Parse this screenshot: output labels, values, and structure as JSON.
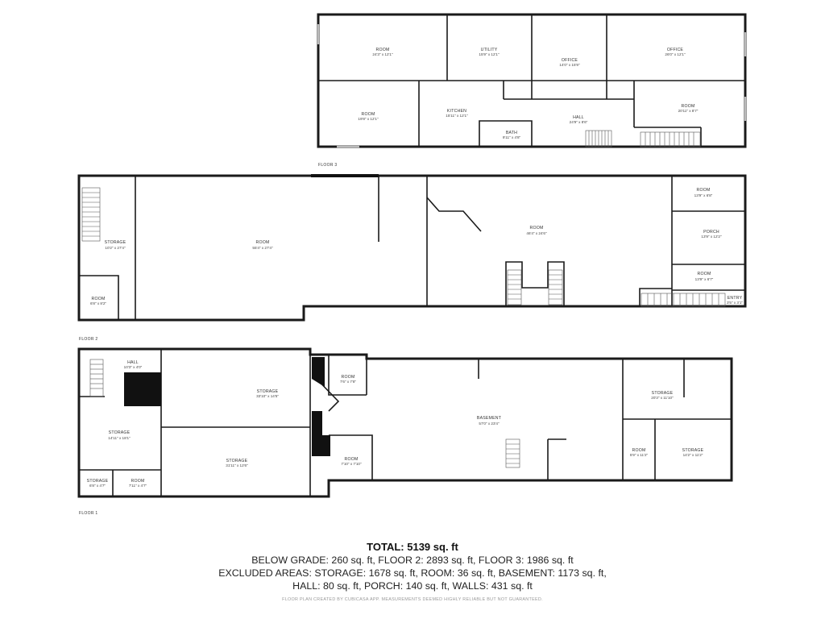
{
  "floors": {
    "floor3": {
      "label": "FLOOR 3",
      "rooms": [
        {
          "name": "ROOM",
          "dims": "24'3\" x 12'1\""
        },
        {
          "name": "UTILITY",
          "dims": "15'9\" x 12'1\""
        },
        {
          "name": "OFFICE",
          "dims": "14'0\" x 15'9\""
        },
        {
          "name": "OFFICE",
          "dims": "26'0\" x 12'1\""
        },
        {
          "name": "ROOM",
          "dims": "19'8\" x 12'1\""
        },
        {
          "name": "KITCHEN",
          "dims": "15'11\" x 12'1\""
        },
        {
          "name": "BATH",
          "dims": "9'11\" x 4'8\""
        },
        {
          "name": "HALL",
          "dims": "24'9\" x 8'6\""
        },
        {
          "name": "ROOM",
          "dims": "20'11\" x 8'7\""
        }
      ]
    },
    "floor2": {
      "label": "FLOOR 2",
      "rooms": [
        {
          "name": "STORAGE",
          "dims": "10'2\" x 27'4\""
        },
        {
          "name": "ROOM",
          "dims": "6'8\" x 8'2\""
        },
        {
          "name": "ROOM",
          "dims": "55'4\" x 27'4\""
        },
        {
          "name": "ROOM",
          "dims": "46'4\" x 24'6\""
        },
        {
          "name": "ROOM",
          "dims": "13'9\" x 6'8\""
        },
        {
          "name": "PORCH",
          "dims": "13'9\" x 12'2\""
        },
        {
          "name": "ROOM",
          "dims": "13'9\" x 6'7\""
        },
        {
          "name": "ENTRY",
          "dims": "3'5\" x 3'1\""
        }
      ]
    },
    "floor1": {
      "label": "FLOOR 1",
      "rooms": [
        {
          "name": "HALL",
          "dims": "10'3\" x 4'0\""
        },
        {
          "name": "STORAGE",
          "dims": "14'11\" x 18'1\""
        },
        {
          "name": "STORAGE",
          "dims": "6'8\" x 4'7\""
        },
        {
          "name": "ROOM",
          "dims": "7'11\" x 4'7\""
        },
        {
          "name": "STORAGE",
          "dims": "33'10\" x 14'5\""
        },
        {
          "name": "STORAGE",
          "dims": "31'11\" x 12'6\""
        },
        {
          "name": "ROOM",
          "dims": "7'6\" x 7'8\""
        },
        {
          "name": "ROOM",
          "dims": "7'10\" x 7'10\""
        },
        {
          "name": "BASEMENT",
          "dims": "57'0\" x 23'4\""
        },
        {
          "name": "STORAGE",
          "dims": "20'3\" x 11'10\""
        },
        {
          "name": "ROOM",
          "dims": "5'9\" x 11'2\""
        },
        {
          "name": "STORAGE",
          "dims": "14'2\" x 11'2\""
        }
      ]
    }
  },
  "summary": {
    "total": "TOTAL: 5139 sq. ft",
    "line1": "BELOW GRADE: 260 sq. ft, FLOOR 2: 2893 sq. ft, FLOOR 3: 1986 sq. ft",
    "line2": "EXCLUDED AREAS: STORAGE: 1678 sq. ft, ROOM: 36 sq. ft, BASEMENT: 1173 sq. ft,",
    "line3": "HALL: 80 sq. ft, PORCH: 140 sq. ft, WALLS: 431 sq. ft",
    "disclaimer": "FLOOR PLAN CREATED BY CUBICASA APP. MEASUREMENTS DEEMED HIGHLY RELIABLE BUT NOT GUARANTEED."
  }
}
